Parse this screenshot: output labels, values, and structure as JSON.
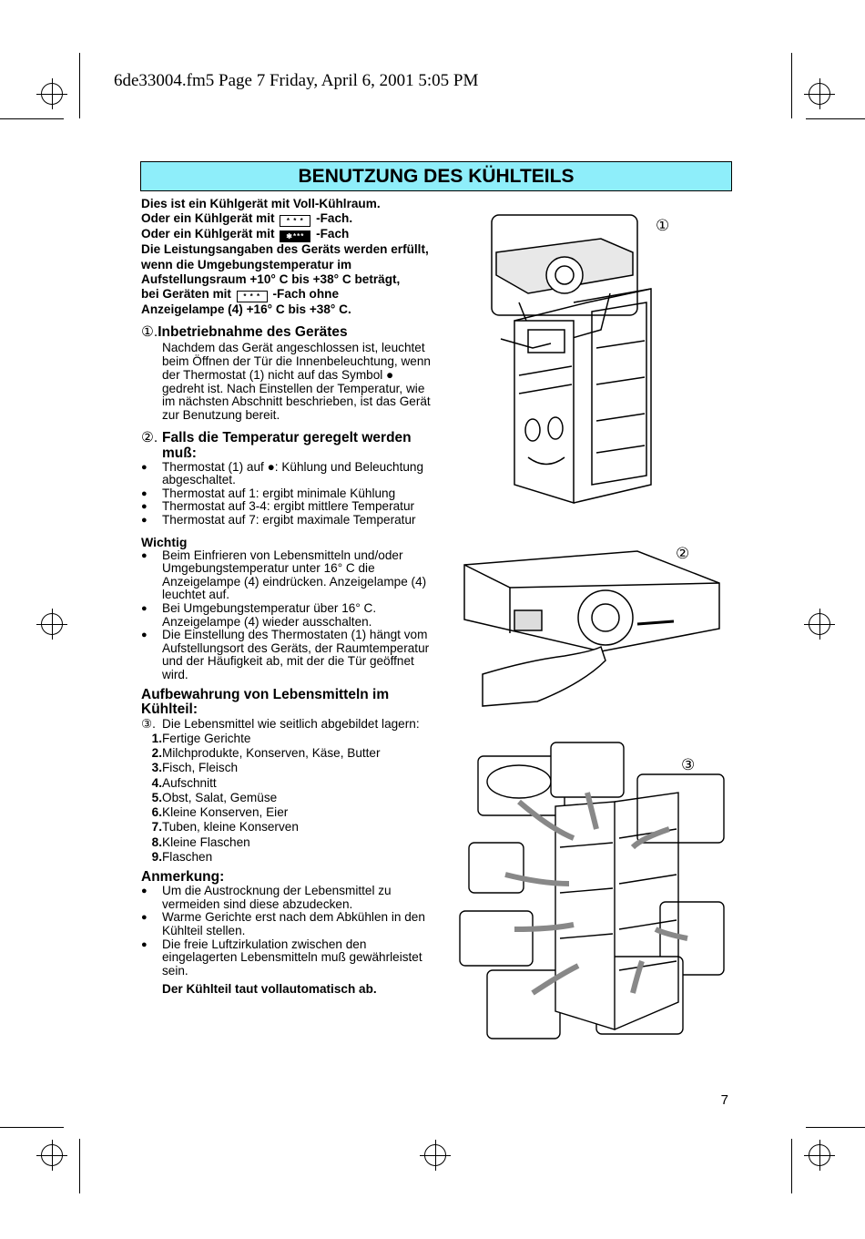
{
  "header": {
    "file_info": "6de33004.fm5  Page 7  Friday, April 6, 2001  5:05 PM"
  },
  "title": "BENUTZUNG DES KÜHLTEILS",
  "intro": {
    "l1": "Dies ist ein Kühlgerät mit Voll-Kühlraum.",
    "l2a": "Oder ein Kühlgerät mit",
    "l2b": "-Fach.",
    "l3a": "Oder ein Kühlgerät mit",
    "l3b": "-Fach",
    "l4": "Die Leistungsangaben des Geräts werden erfüllt, wenn die Umgebungstemperatur im Aufstellungsraum +10° C bis +38° C beträgt,",
    "l5a": "bei Geräten mit",
    "l5b": "-Fach ohne",
    "l6": "Anzeigelampe (4) +16° C bis +38° C.",
    "icon_star": "* * *",
    "icon_dark": "✱***"
  },
  "section1": {
    "num": "①.",
    "heading": "Inbetriebnahme des Gerätes",
    "text": "Nachdem das Gerät angeschlossen ist, leuchtet beim Öffnen der Tür die Innenbeleuchtung, wenn der Thermostat (1) nicht auf das Symbol ● gedreht ist. Nach Einstellen der Temperatur, wie im nächsten Abschnitt beschrieben, ist das Gerät zur Benutzung bereit."
  },
  "section2": {
    "num": "②.",
    "heading": "Falls die Temperatur geregelt werden muß:",
    "items": [
      "Thermostat (1) auf ●: Kühlung und Beleuchtung abgeschaltet.",
      "Thermostat auf 1: ergibt minimale Kühlung",
      "Thermostat auf 3-4: ergibt mittlere Temperatur",
      "Thermostat auf 7: ergibt maximale Temperatur"
    ]
  },
  "wichtig": {
    "heading": "Wichtig",
    "items": [
      "Beim Einfrieren von Lebensmitteln und/oder Umgebungstemperatur unter 16° C die Anzeigelampe (4) eindrücken. Anzeigelampe (4) leuchtet auf.",
      "Bei Umgebungstemperatur über 16° C. Anzeigelampe (4) wieder ausschalten.",
      "Die Einstellung des Thermostaten (1) hängt vom Aufstellungsort des Geräts, der Raumtemperatur und der Häufigkeit ab, mit der die Tür geöffnet wird."
    ]
  },
  "storage": {
    "heading": "Aufbewahrung von Lebensmitteln im Kühlteil:",
    "num": "③.",
    "lead": "Die Lebensmittel wie seitlich abgebildet lagern:",
    "items": [
      {
        "n": "1.",
        "t": "Fertige Gerichte"
      },
      {
        "n": "2.",
        "t": "Milchprodukte, Konserven, Käse, Butter"
      },
      {
        "n": "3.",
        "t": "Fisch, Fleisch"
      },
      {
        "n": "4.",
        "t": "Aufschnitt"
      },
      {
        "n": "5.",
        "t": "Obst, Salat, Gemüse"
      },
      {
        "n": "6.",
        "t": "Kleine Konserven, Eier"
      },
      {
        "n": "7.",
        "t": "Tuben, kleine Konserven"
      },
      {
        "n": "8.",
        "t": "Kleine Flaschen"
      },
      {
        "n": "9.",
        "t": "Flaschen"
      }
    ]
  },
  "note": {
    "heading": "Anmerkung:",
    "items": [
      "Um die Austrocknung der Lebensmittel zu vermeiden sind diese abzudecken.",
      "Warme Gerichte erst nach dem Abkühlen in den Kühlteil stellen.",
      "Die freie Luftzirkulation zwischen den eingelagerten Lebensmitteln muß gewährleistet sein."
    ],
    "final": "Der Kühlteil taut vollautomatisch ab."
  },
  "figures": {
    "fig1": "①",
    "fig2": "②",
    "fig3": "③"
  },
  "page_number": "7"
}
